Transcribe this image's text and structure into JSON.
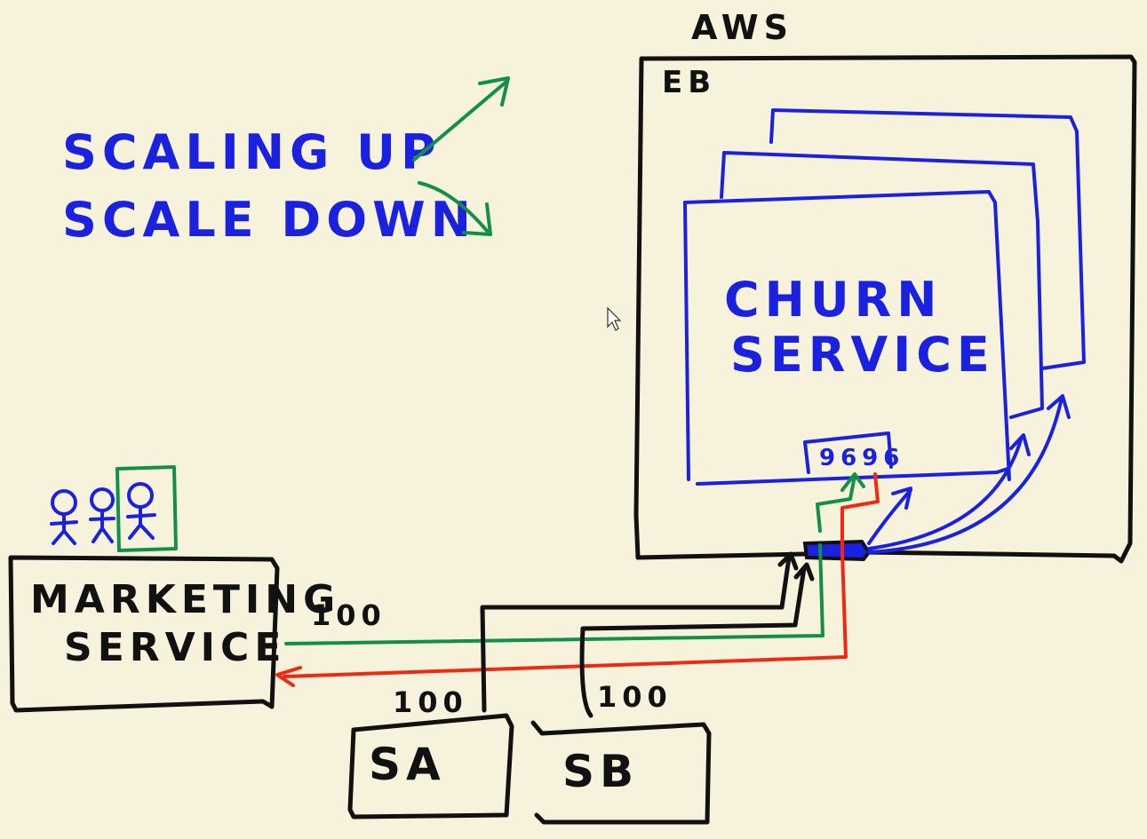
{
  "labels": {
    "aws": "AWS",
    "eb": "EB",
    "scaling_up": "SCALING UP",
    "scale_down": "SCALE DOWN",
    "churn_line1": "CHURN",
    "churn_line2": "SERVICE",
    "port": "9696",
    "marketing_line1": "MARKETING",
    "marketing_line2": "SERVICE",
    "request_count_marketing": "100",
    "request_count_sa": "100",
    "request_count_sb": "100",
    "service_a": "SA",
    "service_b": "SB"
  },
  "colors": {
    "background": "#f6f2dc",
    "blue": "#1a22e0",
    "green": "#129048",
    "red": "#f02a10",
    "black": "#111111"
  },
  "icons": {
    "users": "stick-figure-icon",
    "cursor": "mouse-pointer-icon"
  }
}
